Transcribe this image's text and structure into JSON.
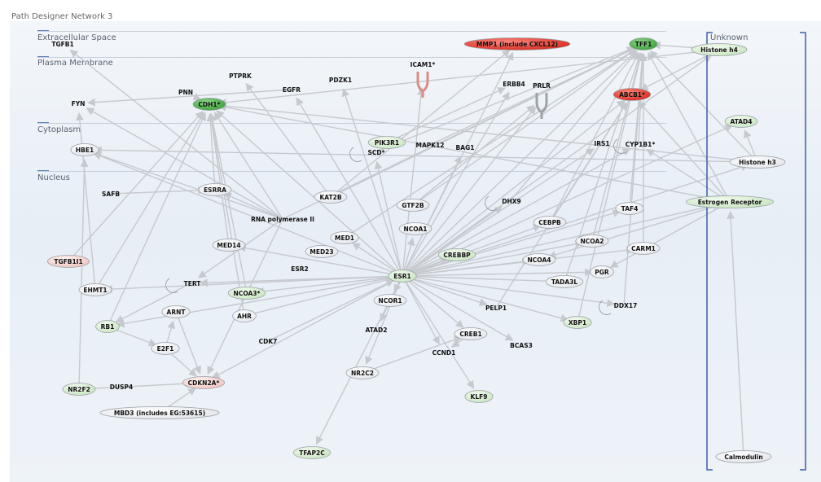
{
  "window": {
    "title": "Path Designer Network 3"
  },
  "layers": {
    "extracellular": "Extracellular Space",
    "plasma_membrane": "Plasma Membrane",
    "cytoplasm": "Cytoplasm",
    "nucleus": "Nucleus",
    "unknown": "Unknown"
  },
  "colors": {
    "up_strong": "#4db04a",
    "up_light": "#d6edd0",
    "down_strong": "#e0392c",
    "down_light": "#f6d5d1",
    "neutral": "#ffffff",
    "edge": "#c6c9ce"
  },
  "nodes": [
    {
      "id": "TGFB1",
      "label": "TGFB1",
      "shape": "none",
      "color": "neutral"
    },
    {
      "id": "MMP1",
      "label": "MMP1 (include CXCL12)",
      "shape": "oval",
      "color": "down_strong"
    },
    {
      "id": "TFF1",
      "label": "TFF1",
      "shape": "oval",
      "color": "up_strong"
    },
    {
      "id": "Histone_h4",
      "label": "Histone h4",
      "shape": "oval",
      "color": "up_light"
    },
    {
      "id": "PTPRK",
      "label": "PTPRK",
      "shape": "none",
      "color": "neutral"
    },
    {
      "id": "PNN",
      "label": "PNN",
      "shape": "none",
      "color": "neutral"
    },
    {
      "id": "EGFR",
      "label": "EGFR",
      "shape": "none",
      "color": "neutral"
    },
    {
      "id": "PDZK1",
      "label": "PDZK1",
      "shape": "none",
      "color": "neutral"
    },
    {
      "id": "ICAM1",
      "label": "ICAM1*",
      "shape": "receptor",
      "color": "down_light"
    },
    {
      "id": "ERBB4",
      "label": "ERBB4",
      "shape": "none",
      "color": "neutral"
    },
    {
      "id": "FYN",
      "label": "FYN",
      "shape": "none",
      "color": "neutral"
    },
    {
      "id": "CDH1",
      "label": "CDH1*",
      "shape": "oval",
      "color": "up_strong"
    },
    {
      "id": "PRLR",
      "label": "PRLR",
      "shape": "receptor",
      "color": "neutral"
    },
    {
      "id": "ABCB1",
      "label": "ABCB1*",
      "shape": "oval",
      "color": "down_strong"
    },
    {
      "id": "ATAD4",
      "label": "ATAD4",
      "shape": "oval",
      "color": "up_light"
    },
    {
      "id": "HBE1",
      "label": "HBE1",
      "shape": "oval",
      "color": "neutral"
    },
    {
      "id": "PIK3R1",
      "label": "PIK3R1",
      "shape": "oval",
      "color": "up_light"
    },
    {
      "id": "MAPK12",
      "label": "MAPK12",
      "shape": "none",
      "color": "neutral"
    },
    {
      "id": "BAG1",
      "label": "BAG1",
      "shape": "none",
      "color": "neutral"
    },
    {
      "id": "SCD",
      "label": "SCD*",
      "shape": "crescent",
      "color": "up_light"
    },
    {
      "id": "IRS1",
      "label": "IRS1",
      "shape": "none",
      "color": "neutral"
    },
    {
      "id": "CYP1B1",
      "label": "CYP1B1*",
      "shape": "crescent",
      "color": "up_light"
    },
    {
      "id": "Histone_h3",
      "label": "Histone h3",
      "shape": "oval",
      "color": "neutral"
    },
    {
      "id": "SAFB",
      "label": "SAFB",
      "shape": "none",
      "color": "neutral"
    },
    {
      "id": "ESRRA",
      "label": "ESRRA",
      "shape": "oval",
      "color": "neutral"
    },
    {
      "id": "KAT2B",
      "label": "KAT2B",
      "shape": "oval",
      "color": "neutral"
    },
    {
      "id": "GTF2B",
      "label": "GTF2B",
      "shape": "oval",
      "color": "neutral"
    },
    {
      "id": "DHX9",
      "label": "DHX9",
      "shape": "crescent",
      "color": "neutral"
    },
    {
      "id": "Estrogen_Receptor",
      "label": "Estrogen Receptor",
      "shape": "oval",
      "color": "up_light"
    },
    {
      "id": "TAF4",
      "label": "TAF4",
      "shape": "oval",
      "color": "neutral"
    },
    {
      "id": "RNA_pol_II",
      "label": "RNA polymerase II",
      "shape": "none",
      "color": "neutral"
    },
    {
      "id": "CEBPB",
      "label": "CEBPB",
      "shape": "oval",
      "color": "neutral"
    },
    {
      "id": "NCOA1",
      "label": "NCOA1",
      "shape": "oval",
      "color": "neutral"
    },
    {
      "id": "MED1",
      "label": "MED1",
      "shape": "oval",
      "color": "neutral"
    },
    {
      "id": "MED14",
      "label": "MED14",
      "shape": "oval",
      "color": "neutral"
    },
    {
      "id": "NCOA2",
      "label": "NCOA2",
      "shape": "oval",
      "color": "neutral"
    },
    {
      "id": "CARM1",
      "label": "CARM1",
      "shape": "oval",
      "color": "neutral"
    },
    {
      "id": "MED23",
      "label": "MED23",
      "shape": "oval",
      "color": "neutral"
    },
    {
      "id": "CREBBP",
      "label": "CREBBP",
      "shape": "oval",
      "color": "up_light"
    },
    {
      "id": "NCOA4",
      "label": "NCOA4",
      "shape": "oval",
      "color": "neutral"
    },
    {
      "id": "TGFB1I1",
      "label": "TGFB1I1",
      "shape": "oval",
      "color": "down_light"
    },
    {
      "id": "ESR2",
      "label": "ESR2",
      "shape": "none",
      "color": "neutral"
    },
    {
      "id": "PGR",
      "label": "PGR",
      "shape": "oval",
      "color": "neutral"
    },
    {
      "id": "ESR1",
      "label": "ESR1",
      "shape": "oval",
      "color": "up_light"
    },
    {
      "id": "TERT",
      "label": "TERT",
      "shape": "crescent",
      "color": "neutral"
    },
    {
      "id": "TADA3L",
      "label": "TADA3L",
      "shape": "oval",
      "color": "neutral"
    },
    {
      "id": "EHMT1",
      "label": "EHMT1",
      "shape": "oval",
      "color": "neutral"
    },
    {
      "id": "NCOA3",
      "label": "NCOA3*",
      "shape": "oval",
      "color": "up_light"
    },
    {
      "id": "NCOR1",
      "label": "NCOR1",
      "shape": "oval",
      "color": "neutral"
    },
    {
      "id": "DDX17",
      "label": "DDX17",
      "shape": "crescent",
      "color": "neutral"
    },
    {
      "id": "ARNT",
      "label": "ARNT",
      "shape": "oval",
      "color": "neutral"
    },
    {
      "id": "AHR",
      "label": "AHR",
      "shape": "oval",
      "color": "neutral"
    },
    {
      "id": "PELP1",
      "label": "PELP1",
      "shape": "none",
      "color": "neutral"
    },
    {
      "id": "XBP1",
      "label": "XBP1",
      "shape": "oval",
      "color": "up_light"
    },
    {
      "id": "RB1",
      "label": "RB1",
      "shape": "oval",
      "color": "up_light"
    },
    {
      "id": "ATAD2",
      "label": "ATAD2",
      "shape": "none",
      "color": "neutral"
    },
    {
      "id": "CREB1",
      "label": "CREB1",
      "shape": "oval",
      "color": "neutral"
    },
    {
      "id": "CDK7",
      "label": "CDK7",
      "shape": "none",
      "color": "neutral"
    },
    {
      "id": "BCAS3",
      "label": "BCAS3",
      "shape": "none",
      "color": "neutral"
    },
    {
      "id": "E2F1",
      "label": "E2F1",
      "shape": "oval",
      "color": "neutral"
    },
    {
      "id": "CCND1",
      "label": "CCND1",
      "shape": "none",
      "color": "neutral"
    },
    {
      "id": "NR2C2",
      "label": "NR2C2",
      "shape": "oval",
      "color": "neutral"
    },
    {
      "id": "DUSP4",
      "label": "DUSP4",
      "shape": "none",
      "color": "neutral"
    },
    {
      "id": "CDKN2A",
      "label": "CDKN2A*",
      "shape": "oval",
      "color": "down_light"
    },
    {
      "id": "NR2F2",
      "label": "NR2F2",
      "shape": "oval",
      "color": "up_light"
    },
    {
      "id": "KLF9",
      "label": "KLF9",
      "shape": "oval",
      "color": "up_light"
    },
    {
      "id": "MBD3",
      "label": "MBD3 (includes EG:53615)",
      "shape": "oval",
      "color": "neutral"
    },
    {
      "id": "TFAP2C",
      "label": "TFAP2C",
      "shape": "oval",
      "color": "up_light"
    },
    {
      "id": "Calmodulin",
      "label": "Calmodulin",
      "shape": "oval",
      "color": "neutral"
    }
  ],
  "edges": [
    [
      "ESR1",
      "TFF1"
    ],
    [
      "ESR1",
      "ABCB1"
    ],
    [
      "ESR1",
      "CDH1"
    ],
    [
      "ESR1",
      "MMP1"
    ],
    [
      "ESR1",
      "PGR"
    ],
    [
      "ESR1",
      "CCND1"
    ],
    [
      "ESR1",
      "XBP1"
    ],
    [
      "ESR1",
      "CREB1"
    ],
    [
      "ESR1",
      "BCAS3"
    ],
    [
      "ESR1",
      "KLF9"
    ],
    [
      "ESR1",
      "CDKN2A"
    ],
    [
      "ESR1",
      "TERT"
    ],
    [
      "ESR1",
      "NCOA3"
    ],
    [
      "ESR1",
      "NCOA1"
    ],
    [
      "ESR1",
      "NCOA2"
    ],
    [
      "ESR1",
      "CARM1"
    ],
    [
      "ESR1",
      "CEBPB"
    ],
    [
      "ESR1",
      "PRLR"
    ],
    [
      "ESR1",
      "ERBB4"
    ],
    [
      "ESR1",
      "ICAM1"
    ],
    [
      "ESR1",
      "SCD"
    ],
    [
      "ESR1",
      "CYP1B1"
    ],
    [
      "ESR1",
      "IRS1"
    ],
    [
      "ESR1",
      "BAG1"
    ],
    [
      "ESR1",
      "DHX9"
    ],
    [
      "ESR1",
      "TAF4"
    ],
    [
      "ESR1",
      "Estrogen_Receptor"
    ],
    [
      "ESR1",
      "Histone_h4"
    ],
    [
      "ESR1",
      "Histone_h3"
    ],
    [
      "ESR1",
      "ATAD4"
    ],
    [
      "ESR1",
      "PDZK1"
    ],
    [
      "ESR1",
      "EGFR"
    ],
    [
      "ESR1",
      "HBE1"
    ],
    [
      "ESR1",
      "EHMT1"
    ],
    [
      "ESR1",
      "NCOR1"
    ],
    [
      "ESR1",
      "PELP1"
    ],
    [
      "ESR1",
      "DDX17"
    ],
    [
      "ESR1",
      "TADA3L"
    ],
    [
      "ESR1",
      "NCOA4"
    ],
    [
      "ESR1",
      "CREBBP"
    ],
    [
      "ESR1",
      "MED1"
    ],
    [
      "ESR1",
      "ATAD2"
    ],
    [
      "ESR1",
      "RB1"
    ],
    [
      "ESR1",
      "TFAP2C"
    ],
    [
      "ESR1",
      "NR2C2"
    ],
    [
      "ESR1",
      "MED14"
    ],
    [
      "Estrogen_Receptor",
      "TFF1"
    ],
    [
      "Estrogen_Receptor",
      "ABCB1"
    ],
    [
      "Estrogen_Receptor",
      "CDH1"
    ],
    [
      "Estrogen_Receptor",
      "PGR"
    ],
    [
      "Estrogen_Receptor",
      "CYP1B1"
    ],
    [
      "Estrogen_Receptor",
      "NCOA4"
    ],
    [
      "Calmodulin",
      "Estrogen_Receptor"
    ],
    [
      "Histone_h3",
      "TFF1"
    ],
    [
      "Histone_h3",
      "HBE1"
    ],
    [
      "Histone_h3",
      "CDH1"
    ],
    [
      "Histone_h3",
      "ATAD4"
    ],
    [
      "Histone_h4",
      "TFF1"
    ],
    [
      "Histone_h4",
      "ABCB1"
    ],
    [
      "Histone_h4",
      "CDH1"
    ],
    [
      "RNA_pol_II",
      "TFF1"
    ],
    [
      "RNA_pol_II",
      "CDH1"
    ],
    [
      "RNA_pol_II",
      "FYN"
    ],
    [
      "RNA_pol_II",
      "TGFB1"
    ],
    [
      "RNA_pol_II",
      "ESRRA"
    ],
    [
      "RNA_pol_II",
      "CDKN2A"
    ],
    [
      "RNA_pol_II",
      "TERT"
    ],
    [
      "RNA_pol_II",
      "HBE1"
    ],
    [
      "KAT2B",
      "MMP1"
    ],
    [
      "KAT2B",
      "TFF1"
    ],
    [
      "KAT2B",
      "PTPRK"
    ],
    [
      "GTF2B",
      "TFF1"
    ],
    [
      "GTF2B",
      "PRLR"
    ],
    [
      "CEBPB",
      "TFF1"
    ],
    [
      "CEBPB",
      "ABCB1"
    ],
    [
      "NCOA2",
      "TFF1"
    ],
    [
      "CARM1",
      "TFF1"
    ],
    [
      "TGFB1I1",
      "CDH1"
    ],
    [
      "EHMT1",
      "CDH1"
    ],
    [
      "EHMT1",
      "FYN"
    ],
    [
      "RB1",
      "E2F1"
    ],
    [
      "RB1",
      "CDH1"
    ],
    [
      "E2F1",
      "CDKN2A"
    ],
    [
      "E2F1",
      "ARNT"
    ],
    [
      "ARNT",
      "CDKN2A"
    ],
    [
      "AHR",
      "ESR1"
    ],
    [
      "AHR",
      "CDH1"
    ],
    [
      "NR2F2",
      "HBE1"
    ],
    [
      "NR2F2",
      "CDKN2A"
    ],
    [
      "MBD3",
      "CDKN2A"
    ],
    [
      "CDK7",
      "ESR1"
    ],
    [
      "CREB1",
      "CCND1"
    ],
    [
      "NR2C2",
      "CREB1"
    ],
    [
      "NCOA3",
      "CDH1"
    ],
    [
      "TERT",
      "RB1"
    ],
    [
      "MED1",
      "TFF1"
    ],
    [
      "MED14",
      "CDH1"
    ],
    [
      "SAFB",
      "ESRRA"
    ],
    [
      "ESRRA",
      "CDH1"
    ],
    [
      "PNN",
      "CDH1"
    ],
    [
      "EGFR",
      "FYN"
    ],
    [
      "PIK3R1",
      "ERBB4"
    ],
    [
      "MAPK12",
      "TFF1"
    ],
    [
      "TADA3L",
      "TFF1"
    ],
    [
      "DDX17",
      "TFF1"
    ],
    [
      "PELP1",
      "ABCB1"
    ],
    [
      "XBP1",
      "TFF1"
    ],
    [
      "DHX9",
      "TFF1"
    ],
    [
      "SCD",
      "TFF1"
    ],
    [
      "TAF4",
      "TFF1"
    ],
    [
      "CYP1B1",
      "TFF1"
    ]
  ]
}
